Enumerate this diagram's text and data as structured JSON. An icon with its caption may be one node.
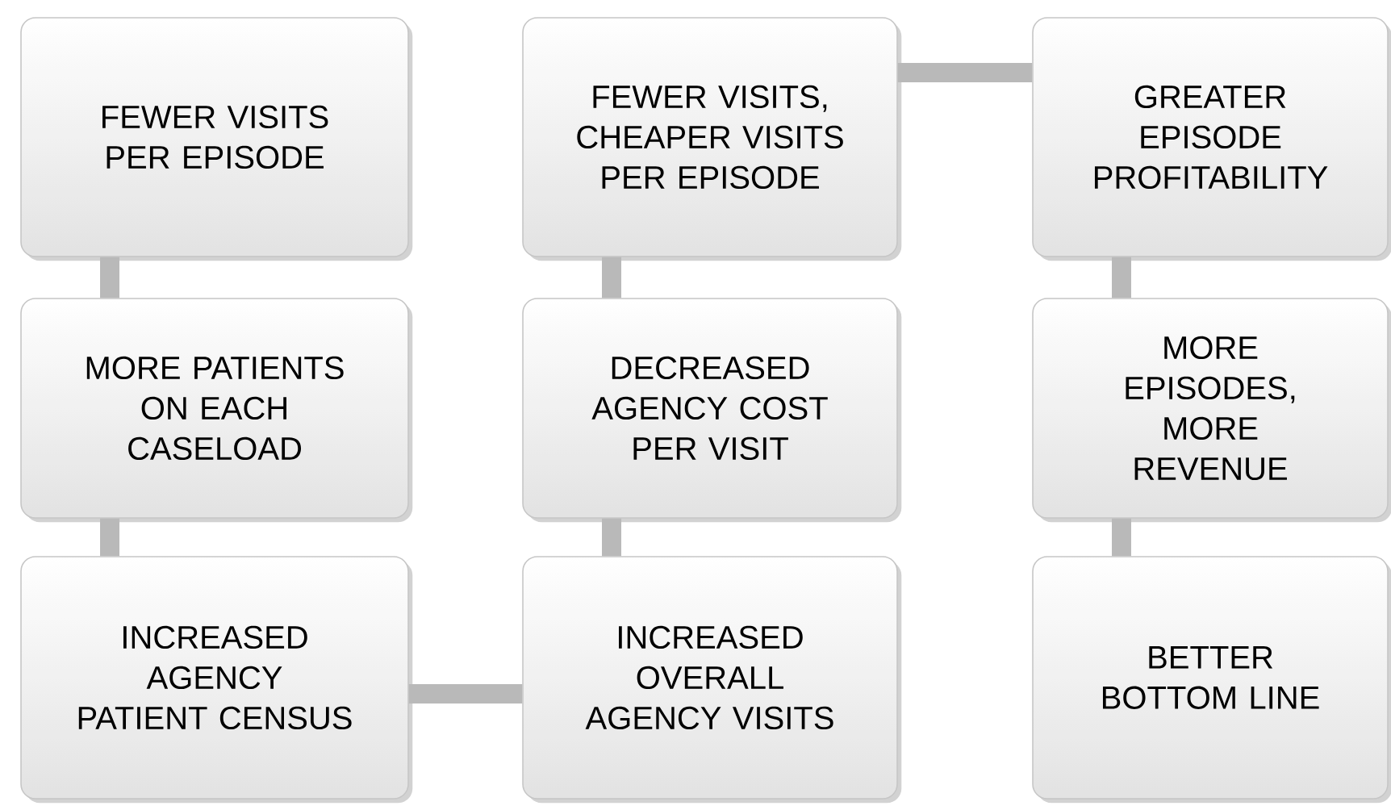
{
  "diagram": {
    "nodes": [
      {
        "text": [
          "FEWER VISITS PER EPISODE"
        ]
      },
      {
        "text": [
          "FEWER VISITS, CHEAPER VISITS PER EPISODE"
        ]
      },
      {
        "text": [
          "GREATER EPISODE PROFITABILITY"
        ]
      },
      {
        "text": [
          "MORE PATIENTS ON EACH CASELOAD"
        ]
      },
      {
        "text": [
          "DECREASED AGENCY COST PER VISIT"
        ]
      },
      {
        "text": [
          "MORE EPISODES, MORE REVENUE"
        ]
      },
      {
        "text": [
          "INCREASED AGENCY PATIENT CENSUS"
        ]
      },
      {
        "text": [
          "INCREASED OVERALL AGENCY VISITS"
        ]
      },
      {
        "text": [
          "BETTER BOTTOM LINE"
        ]
      }
    ],
    "edges": [
      {
        "from": 0,
        "to": 3,
        "arrow": "none"
      },
      {
        "from": 3,
        "to": 6,
        "arrow": "none"
      },
      {
        "from": 6,
        "to": 7,
        "arrow": "none"
      },
      {
        "from": 7,
        "to": 4,
        "arrow": "none"
      },
      {
        "from": 4,
        "to": 1,
        "arrow": "none"
      },
      {
        "from": 1,
        "to": 2,
        "arrow": "none"
      },
      {
        "from": 2,
        "to": 5,
        "arrow": "none"
      },
      {
        "from": 5,
        "to": 8,
        "arrow": "none"
      }
    ]
  }
}
